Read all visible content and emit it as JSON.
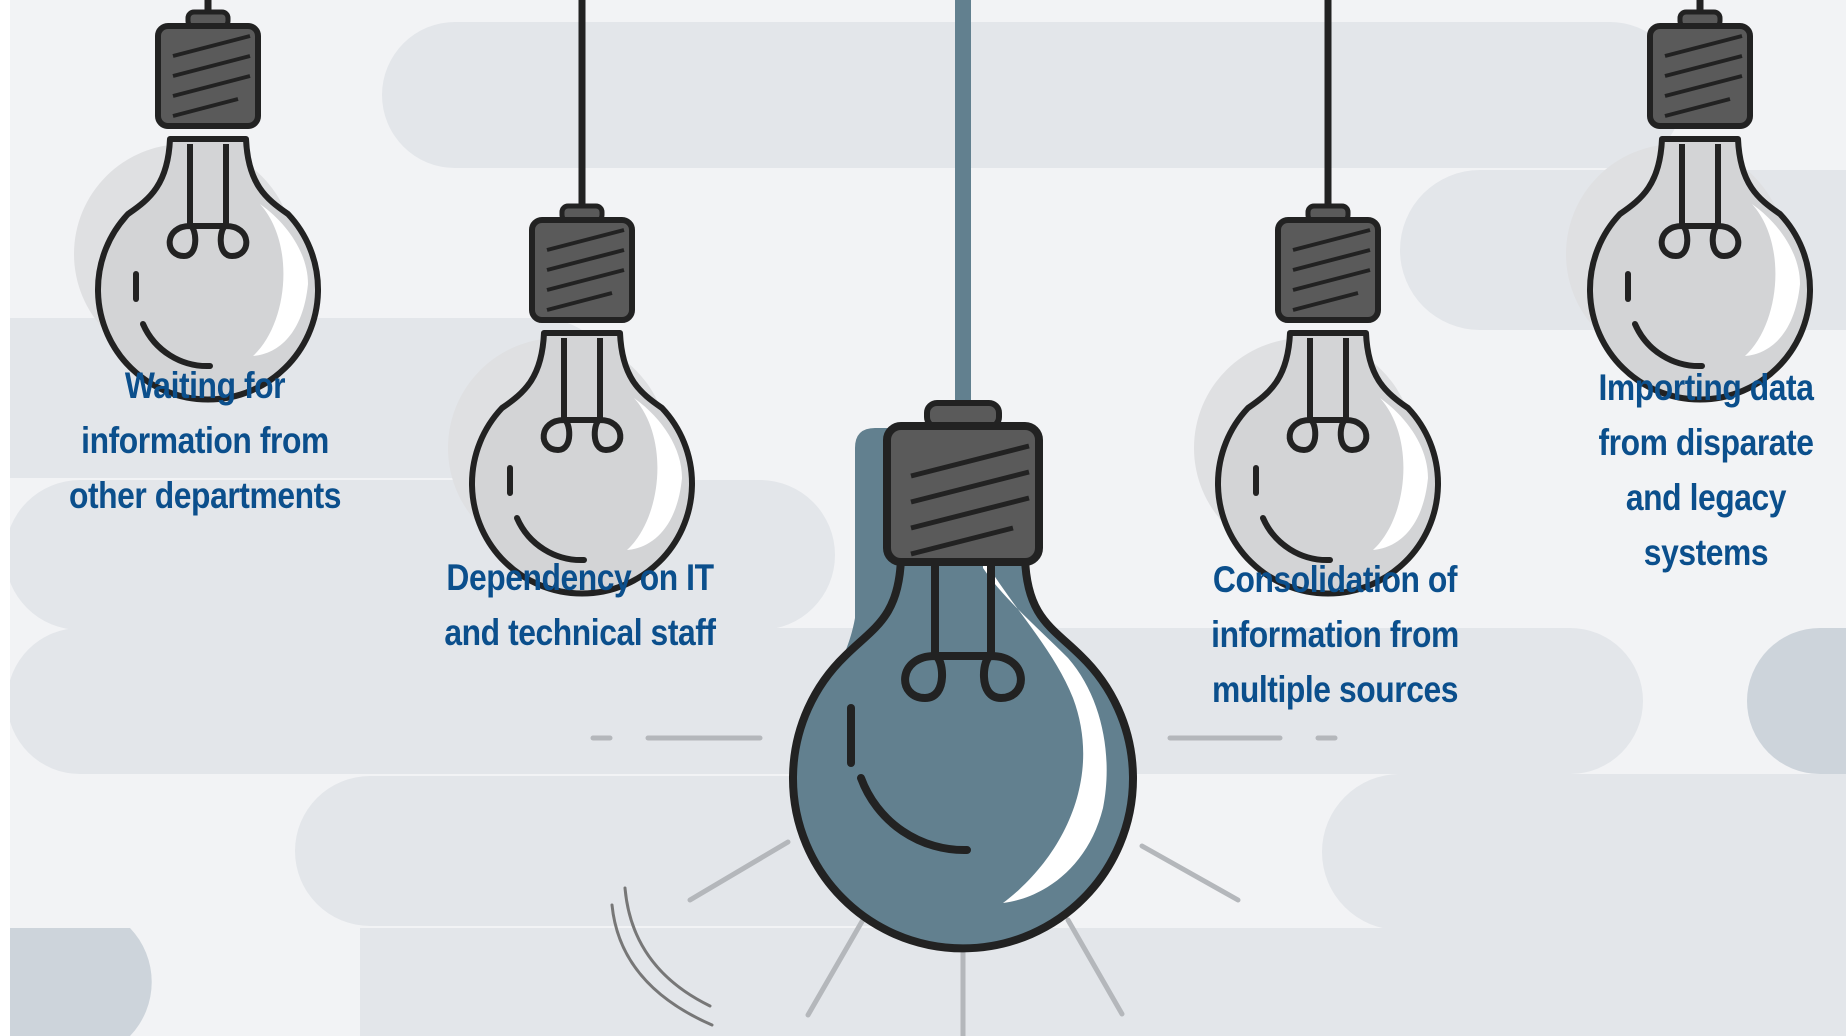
{
  "bulbs": [
    {
      "id": "waiting",
      "lines": [
        "Waiting for",
        "information from",
        "other departments"
      ],
      "lit": false
    },
    {
      "id": "dependency",
      "lines": [
        "Dependency on IT",
        "and technical staff"
      ],
      "lit": false
    },
    {
      "id": "center",
      "lines": [],
      "lit": true
    },
    {
      "id": "consolidation",
      "lines": [
        "Consolidation of",
        "information from",
        "multiple sources"
      ],
      "lit": false
    },
    {
      "id": "importing",
      "lines": [
        "Importing data",
        "from disparate",
        "and legacy",
        "systems"
      ],
      "lit": false
    }
  ],
  "colors": {
    "background": "#f2f3f5",
    "cloud": "#e3e6ea",
    "cloud_dark": "#cdd4db",
    "text": "#0b4f8c",
    "outline": "#222222",
    "glass": "#d3d4d6",
    "glass_shadow": "#e6e7e9",
    "lit_glass": "#62808f",
    "socket": "#5a5a5a",
    "ray": "#b4b7bb"
  }
}
